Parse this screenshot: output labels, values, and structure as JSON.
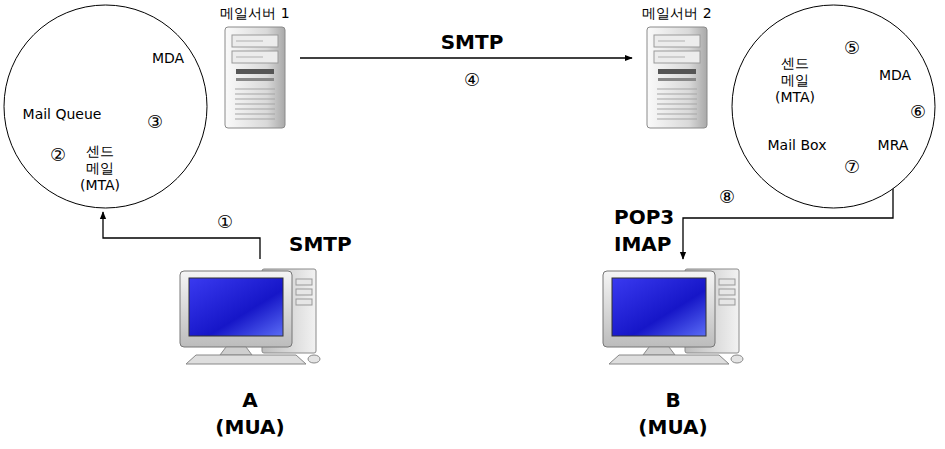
{
  "diagram": {
    "nodes": [
      {
        "text": []
      },
      {
        "text": [
          "MDA"
        ],
        "in": 0
      },
      {
        "text": [
          "Mail Queue"
        ],
        "in": 0
      },
      {
        "text": [
          "센드메일 (MTA)"
        ],
        "in": 0
      },
      {
        "text": [
          "메일서버 1"
        ]
      },
      {
        "text": [
          "메일서버 2"
        ]
      },
      {
        "text": []
      },
      {
        "text": [
          "센드메일 (MTA)"
        ],
        "in": 6
      },
      {
        "text": [
          "MDA"
        ],
        "in": 6
      },
      {
        "text": [
          "Mail Box"
        ],
        "in": 6
      },
      {
        "text": [
          "MRA"
        ],
        "in": 6
      },
      {
        "text": [
          "A (MUA)"
        ]
      },
      {
        "text": [
          "B (MUA)"
        ]
      }
    ],
    "edges": [
      {
        "from": 11,
        "to": 0,
        "arrow": "to",
        "label": "SMTP"
      },
      {
        "from": 3,
        "to": 2,
        "arrow": "to"
      },
      {
        "from": 3,
        "to": 1,
        "arrow": "to"
      },
      {
        "from": 4,
        "to": 5,
        "arrow": "to",
        "label": "SMTP"
      },
      {
        "from": 7,
        "to": 8,
        "arrow": "to"
      },
      {
        "from": 8,
        "to": 9,
        "arrow": "to"
      },
      {
        "from": 9,
        "to": 10,
        "arrow": "to"
      },
      {
        "from": 10,
        "to": 12,
        "arrow": "to",
        "label": "POP3 IMAP"
      }
    ],
    "labels": [
      "①",
      "②",
      "③",
      "④",
      "⑤",
      "⑥",
      "⑦",
      "⑧"
    ]
  }
}
